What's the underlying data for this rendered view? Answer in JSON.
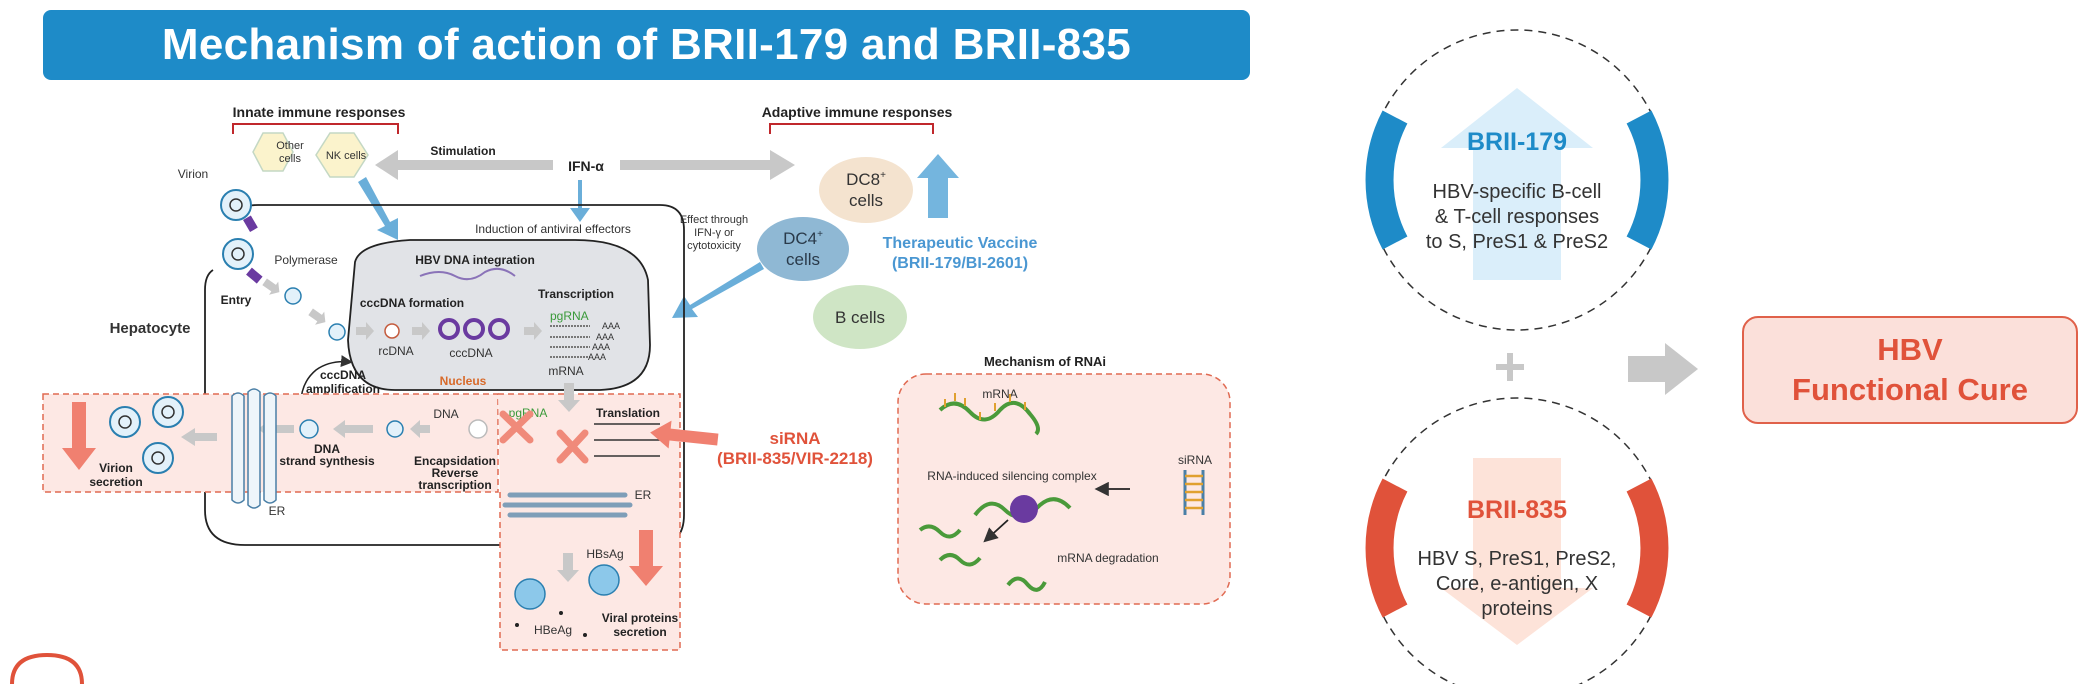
{
  "title": "Mechanism of action of BRII-179 and BRII-835",
  "diagram": {
    "innate_label": "Innate immune responses",
    "other_cells": [
      "Other",
      "cells"
    ],
    "nk_cells": "NK cells",
    "stimulation": "Stimulation",
    "ifn": "IFN-α",
    "adaptive_label": "Adaptive immune responses",
    "dc8": [
      "DC8",
      "cells"
    ],
    "dc4": [
      "DC4",
      "cells"
    ],
    "b_cells": "B cells",
    "vaccine": [
      "Therapeutic Vaccine",
      "(BRII-179/BI-2601)"
    ],
    "effect": [
      "Effect through",
      "IFN-γ or",
      "cytotoxicity"
    ],
    "induction": "Induction of antiviral effectors",
    "virion": "Virion",
    "polymerase": "Polymerase",
    "entry": "Entry",
    "hepatocyte": "Hepatocyte",
    "integration": "HBV DNA integration",
    "cccdna_formation": "cccDNA formation",
    "transcription": "Transcription",
    "pgrna": "pgRNA",
    "aaa": [
      "AAA",
      "AAA",
      "AAA",
      "AAA"
    ],
    "rcdna": "rcDNA",
    "cccdna": "cccDNA",
    "mrna": "mRNA",
    "nucleus": "Nucleus",
    "cccdna_amp": [
      "cccDNA",
      "amplification"
    ],
    "dna": "DNA",
    "pgrna2": "pgRNA",
    "translation": "Translation",
    "dna_synthesis": [
      "DNA",
      "strand synthesis"
    ],
    "encapsidation": [
      "Encapsidation",
      "Reverse",
      "transcription"
    ],
    "virion_secretion": [
      "Virion",
      "secretion"
    ],
    "er1": "ER",
    "er2": "ER",
    "sirna": [
      "siRNA",
      "(BRII-835/VIR-2218)"
    ],
    "hbsag": "HBsAg",
    "hbeag": "HBeAg",
    "viral_proteins": [
      "Viral proteins",
      "secretion"
    ],
    "rnai_title": "Mechanism of RNAi",
    "rnai_mrna": "mRNA",
    "risc": "RNA-induced silencing complex",
    "rnai_sirna": "siRNA",
    "degradation": "mRNA degradation"
  },
  "brii179": {
    "title": "BRII-179",
    "text": [
      "HBV-specific B-cell",
      "& T-cell responses",
      "to S, PreS1 & PreS2"
    ]
  },
  "plus": "+",
  "brii835": {
    "title": "BRII-835",
    "text": [
      "HBV S, PreS1, PreS2,",
      "Core, e-antigen, X",
      "proteins"
    ]
  },
  "cure": [
    "HBV",
    "Functional Cure"
  ],
  "colors": {
    "title_bg": "#1e8bc8",
    "blue_accent": "#1b8fce",
    "red_accent": "#e0523a",
    "gray_arrow": "#c8c8c8",
    "purple": "#6a3aa0"
  }
}
